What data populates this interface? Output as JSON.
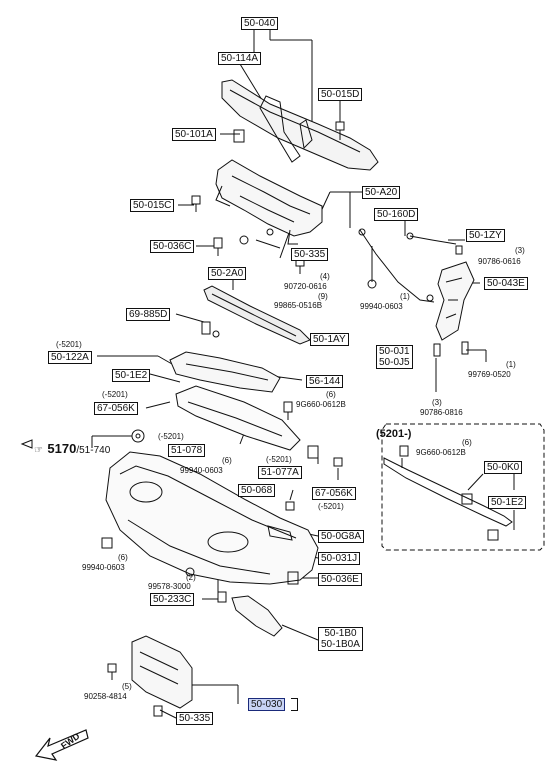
{
  "labels": {
    "p50_040": "50-040",
    "p50_114A": "50-114A",
    "p50_015D": "50-015D",
    "p50_101A": "50-101A",
    "p50_A20": "50-A20",
    "p50_015C": "50-015C",
    "p50_160D": "50-160D",
    "p50_1ZY": "50-1ZY",
    "p50_036C": "50-036C",
    "p50_335_top": "50-335",
    "p50_043E": "50-043E",
    "p50_2A0": "50-2A0",
    "p69_885D": "69-885D",
    "p50_1AY": "50-1AY",
    "p50_122A": "50-122A",
    "p50_1E2_left": "50-1E2",
    "p50_0J1": "50-0J1",
    "p50_0J5": "50-0J5",
    "p56_144": "56-144",
    "p67_056K_left": "67-056K",
    "p51_078": "51-078",
    "p51_077A": "51-077A",
    "p50_068": "50-068",
    "p67_056K_right": "67-056K",
    "p50_0K0": "50-0K0",
    "p50_1E2_right": "50-1E2",
    "p50_0G8A": "50-0G8A",
    "p50_031J": "50-031J",
    "p50_036E": "50-036E",
    "p50_233C": "50-233C",
    "p50_1B0": "50-1B0",
    "p50_1B0A": "50-1B0A",
    "p50_030": "50-030",
    "p50_335_bottom": "50-335"
  },
  "captions": {
    "q4": "(4)",
    "n90720_0616": "90720-0616",
    "q9": "(9)",
    "n99865_0516B": "99865-0516B",
    "q1_a": "(1)",
    "n99940_0603_top": "99940-0603",
    "q3_a": "(3)",
    "n90786_0616_top": "90786-0616",
    "q1_b": "(1)",
    "n99769_0520": "99769-0520",
    "q3_b": "(3)",
    "n90786_0816": "90786-0816",
    "s5201_a": "(-5201)",
    "s5201_b": "(-5201)",
    "q6_a": "(6)",
    "n9G660_0612B_a": "9G660-0612B",
    "s5201_c": "(-5201)",
    "q6_b": "(6)",
    "n99940_0603_mid": "99940-0603",
    "s5201_d": "(-5201)",
    "s5201_e": "(-5201)",
    "q6_c": "(6)",
    "n9G660_0612B_b": "9G660-0612B",
    "q6_d": "(6)",
    "n99940_0603_left": "99940-0603",
    "q2": "(2)",
    "n99578_3000": "99578-3000",
    "q5": "(5)",
    "n90258_4814": "90258-4814"
  },
  "section_title": "(5201-)",
  "reference": {
    "main": "5170",
    "sub": "/51-740",
    "arrow": "☞"
  },
  "fwd_label": "FWD",
  "colors": {
    "ink": "#111111",
    "highlight": "#c9d4f5",
    "highlight_border": "#1a2a7a"
  }
}
